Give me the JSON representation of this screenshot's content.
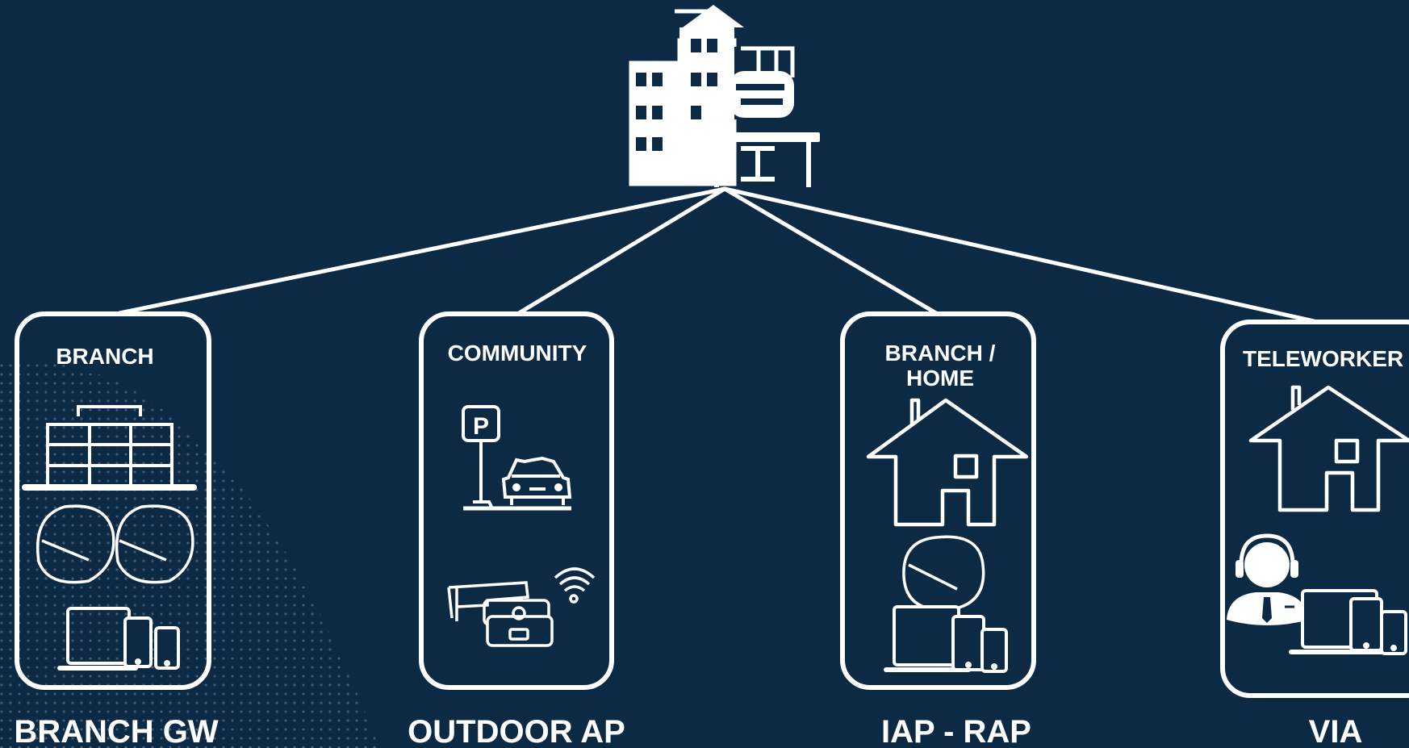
{
  "colors": {
    "background": "#0d2a45",
    "foreground": "#ffffff"
  },
  "hub": {
    "icon": "office-building-with-desk-icon"
  },
  "cards": [
    {
      "title_lines": [
        "BRANCH"
      ],
      "label": "BRANCH GW",
      "icons": [
        "office-building-icon",
        "access-point-pair-icon",
        "laptop-tablet-phone-icon"
      ]
    },
    {
      "title_lines": [
        "COMMUNITY"
      ],
      "label": "OUTDOOR AP",
      "icons": [
        "parking-sign-car-icon",
        "outdoor-access-point-wifi-icon"
      ]
    },
    {
      "title_lines": [
        "BRANCH /",
        "HOME"
      ],
      "label": "IAP - RAP",
      "icons": [
        "house-icon",
        "access-point-icon",
        "laptop-tablet-phone-icon"
      ]
    },
    {
      "title_lines": [
        "TELEWORKER"
      ],
      "label": "VIA",
      "icons": [
        "house-icon",
        "headset-agent-icon",
        "laptop-tablet-phone-icon"
      ]
    }
  ]
}
